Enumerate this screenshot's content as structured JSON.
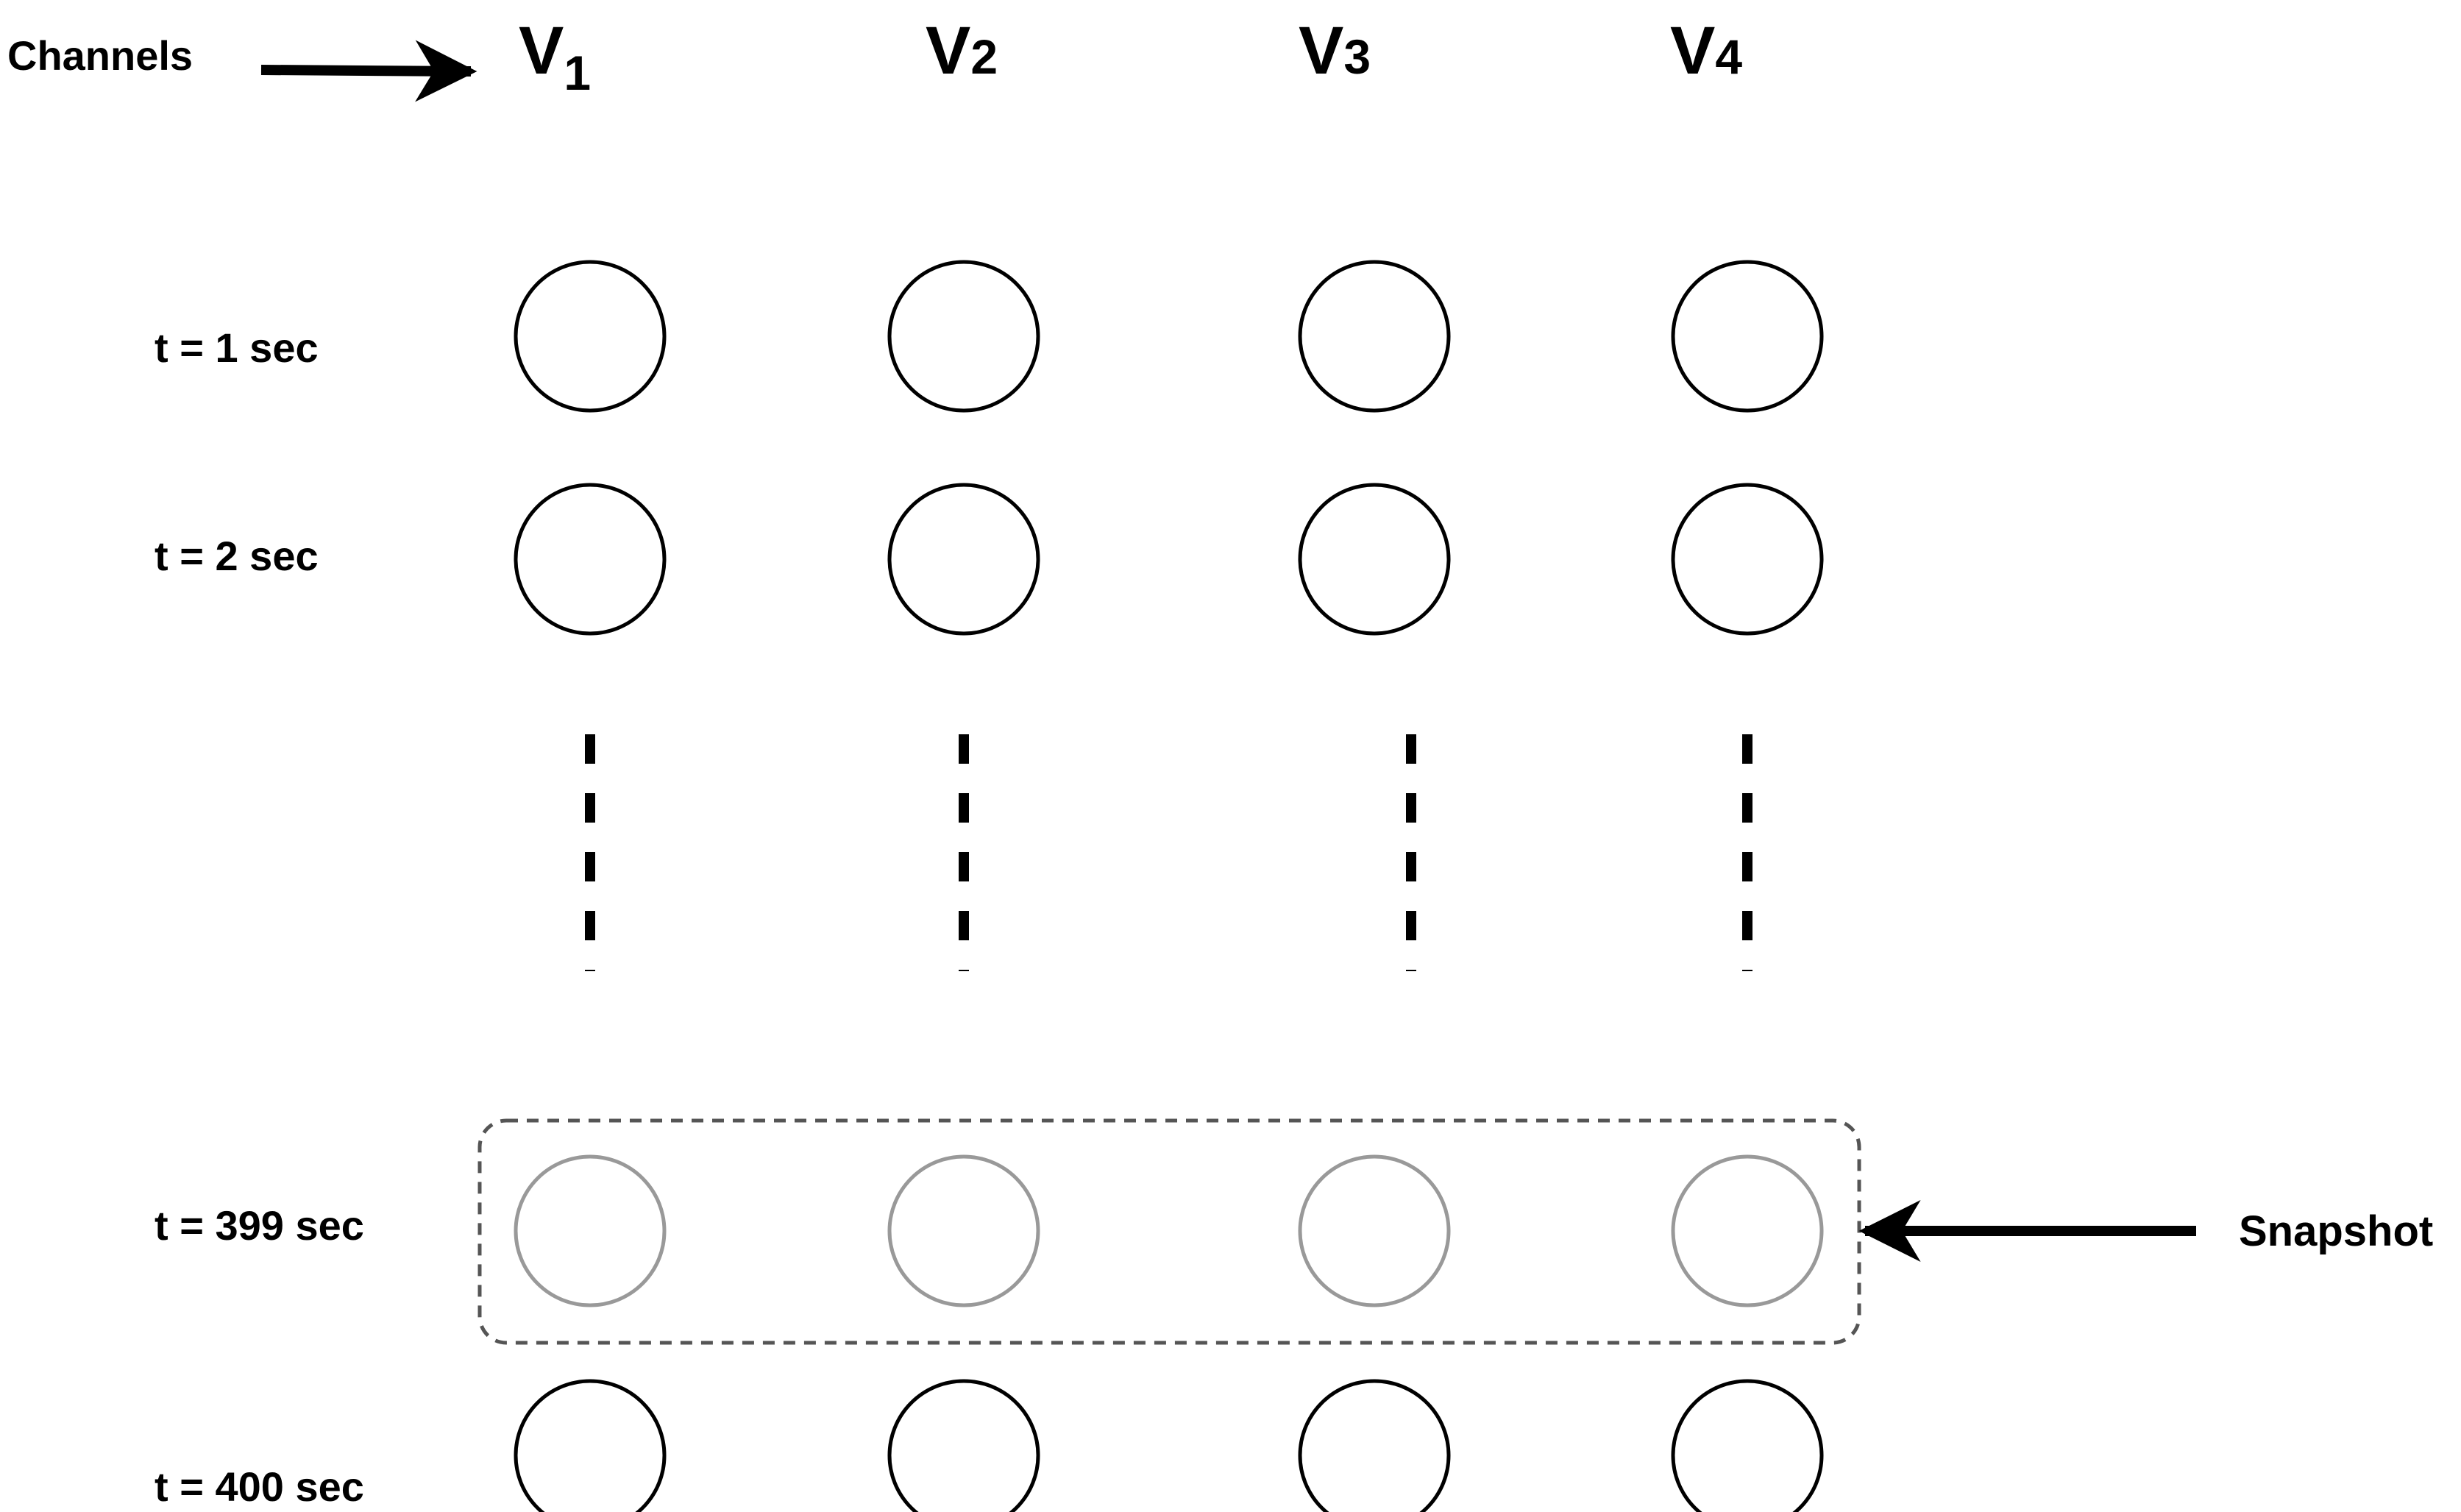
{
  "labels": {
    "channels": "Channels",
    "snapshot": "Snapshot"
  },
  "channels": [
    {
      "letter": "V",
      "sub": "1",
      "subscript": true
    },
    {
      "letter": "V",
      "sub": "2",
      "subscript": false
    },
    {
      "letter": "V",
      "sub": "3",
      "subscript": false
    },
    {
      "letter": "V",
      "sub": "4",
      "subscript": false
    }
  ],
  "rows": [
    {
      "label": "t = 1 sec",
      "highlighted": false
    },
    {
      "label": "t = 2 sec",
      "highlighted": false
    },
    {
      "label": "t = 399 sec",
      "highlighted": true
    },
    {
      "label": "t = 400 sec",
      "highlighted": false
    }
  ],
  "colors": {
    "stroke": "#000000",
    "snapshot_stroke": "#999999",
    "box_stroke": "#555555"
  }
}
